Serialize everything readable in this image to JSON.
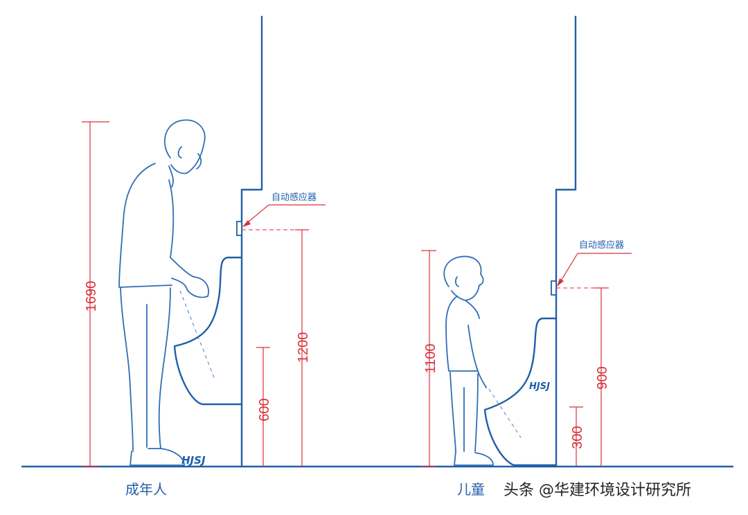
{
  "adult": {
    "caption": "成年人",
    "sensor_label": "自动感应器",
    "dims": {
      "height": "1690",
      "sensor": "1200",
      "rim": "600"
    }
  },
  "child": {
    "caption": "儿童",
    "sensor_label": "自动感应器",
    "dims": {
      "height": "1100",
      "sensor": "900",
      "rim": "300"
    }
  },
  "logo_text": "HJSJ",
  "watermark": "头条 @华建环境设计研究所",
  "colors": {
    "line": "#1f5fa8",
    "dimension": "#d9303a"
  }
}
